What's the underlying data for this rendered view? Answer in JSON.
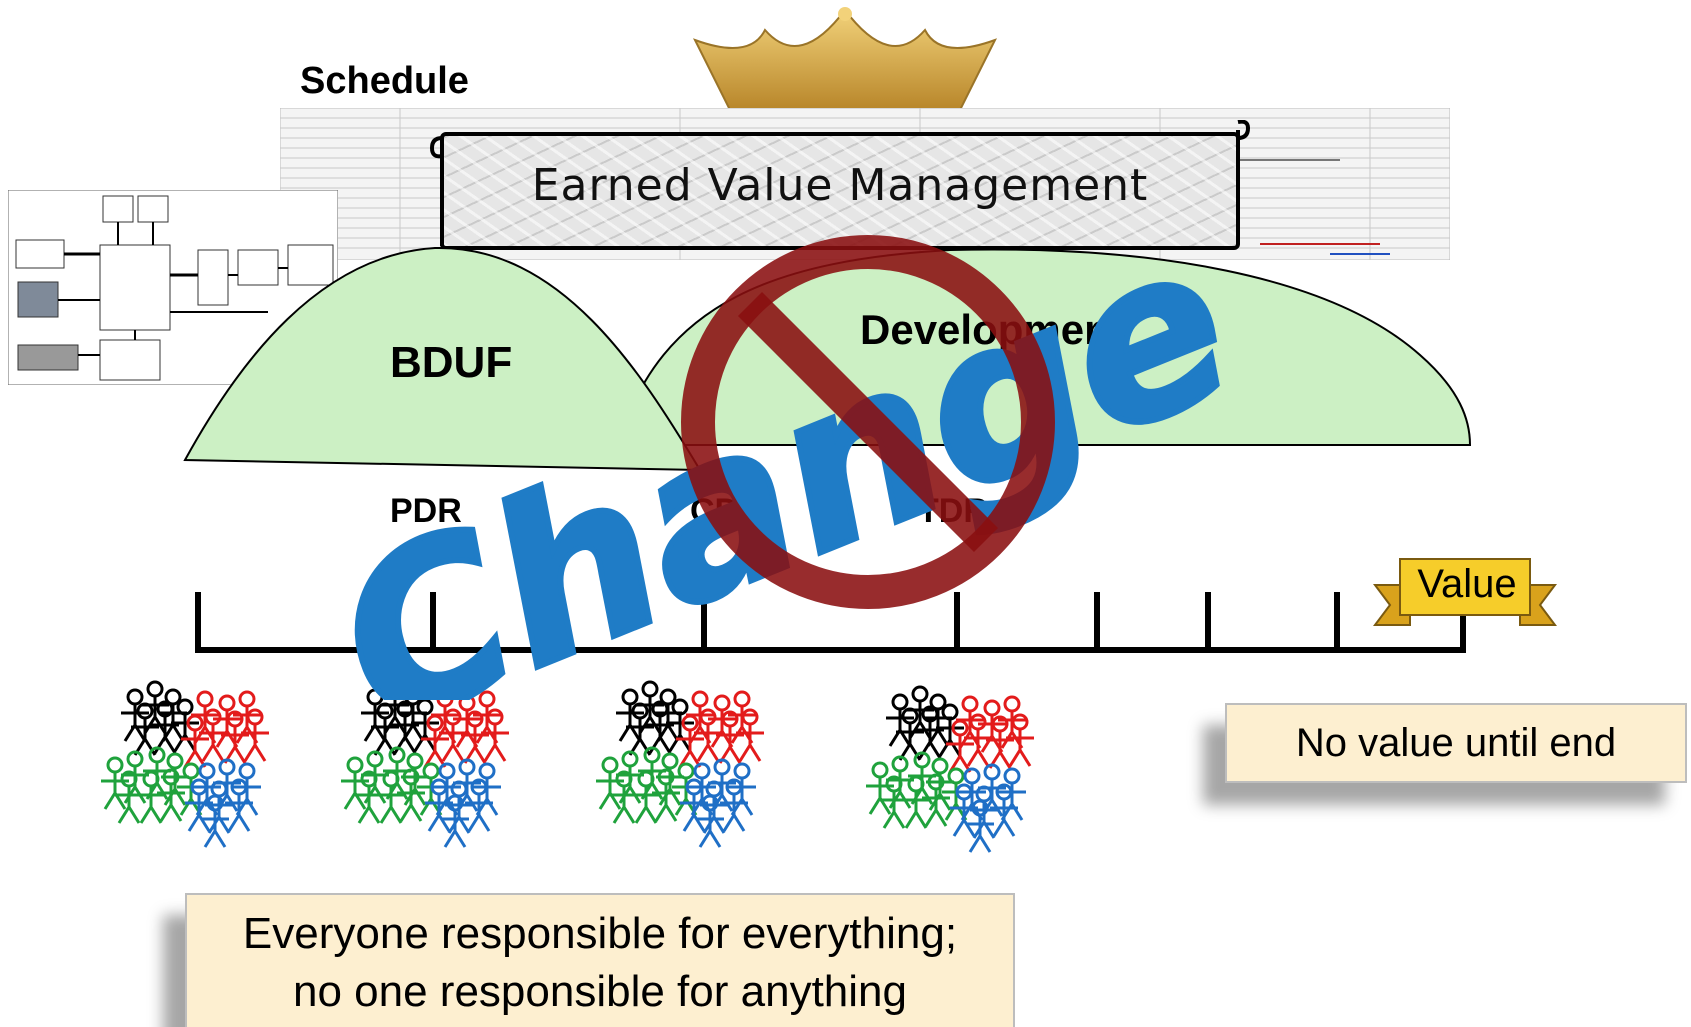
{
  "schedule_label": "Schedule",
  "evm_banner": "Earned Value Management",
  "phases": {
    "bduf": "BDUF",
    "development": "Development"
  },
  "milestones": {
    "pdr": "PDR",
    "cdr": "CDR",
    "tdr": "TDR"
  },
  "change_text": "Change",
  "value_badge": "Value",
  "callouts": {
    "no_value": "No value until end",
    "responsibility_line1": "Everyone responsible for everything;",
    "responsibility_line2": "no one responsible for anything"
  },
  "colors": {
    "hill_fill": "#ccf0c4",
    "change_blue": "#1f7cc6",
    "no_sign": "#8a0f10",
    "crown_gold": "#d9b24a",
    "callout_bg": "#fdefd0",
    "team_black": "#000000",
    "team_red": "#e31b1b",
    "team_green": "#1fa23c",
    "team_blue": "#1f6fc6"
  }
}
